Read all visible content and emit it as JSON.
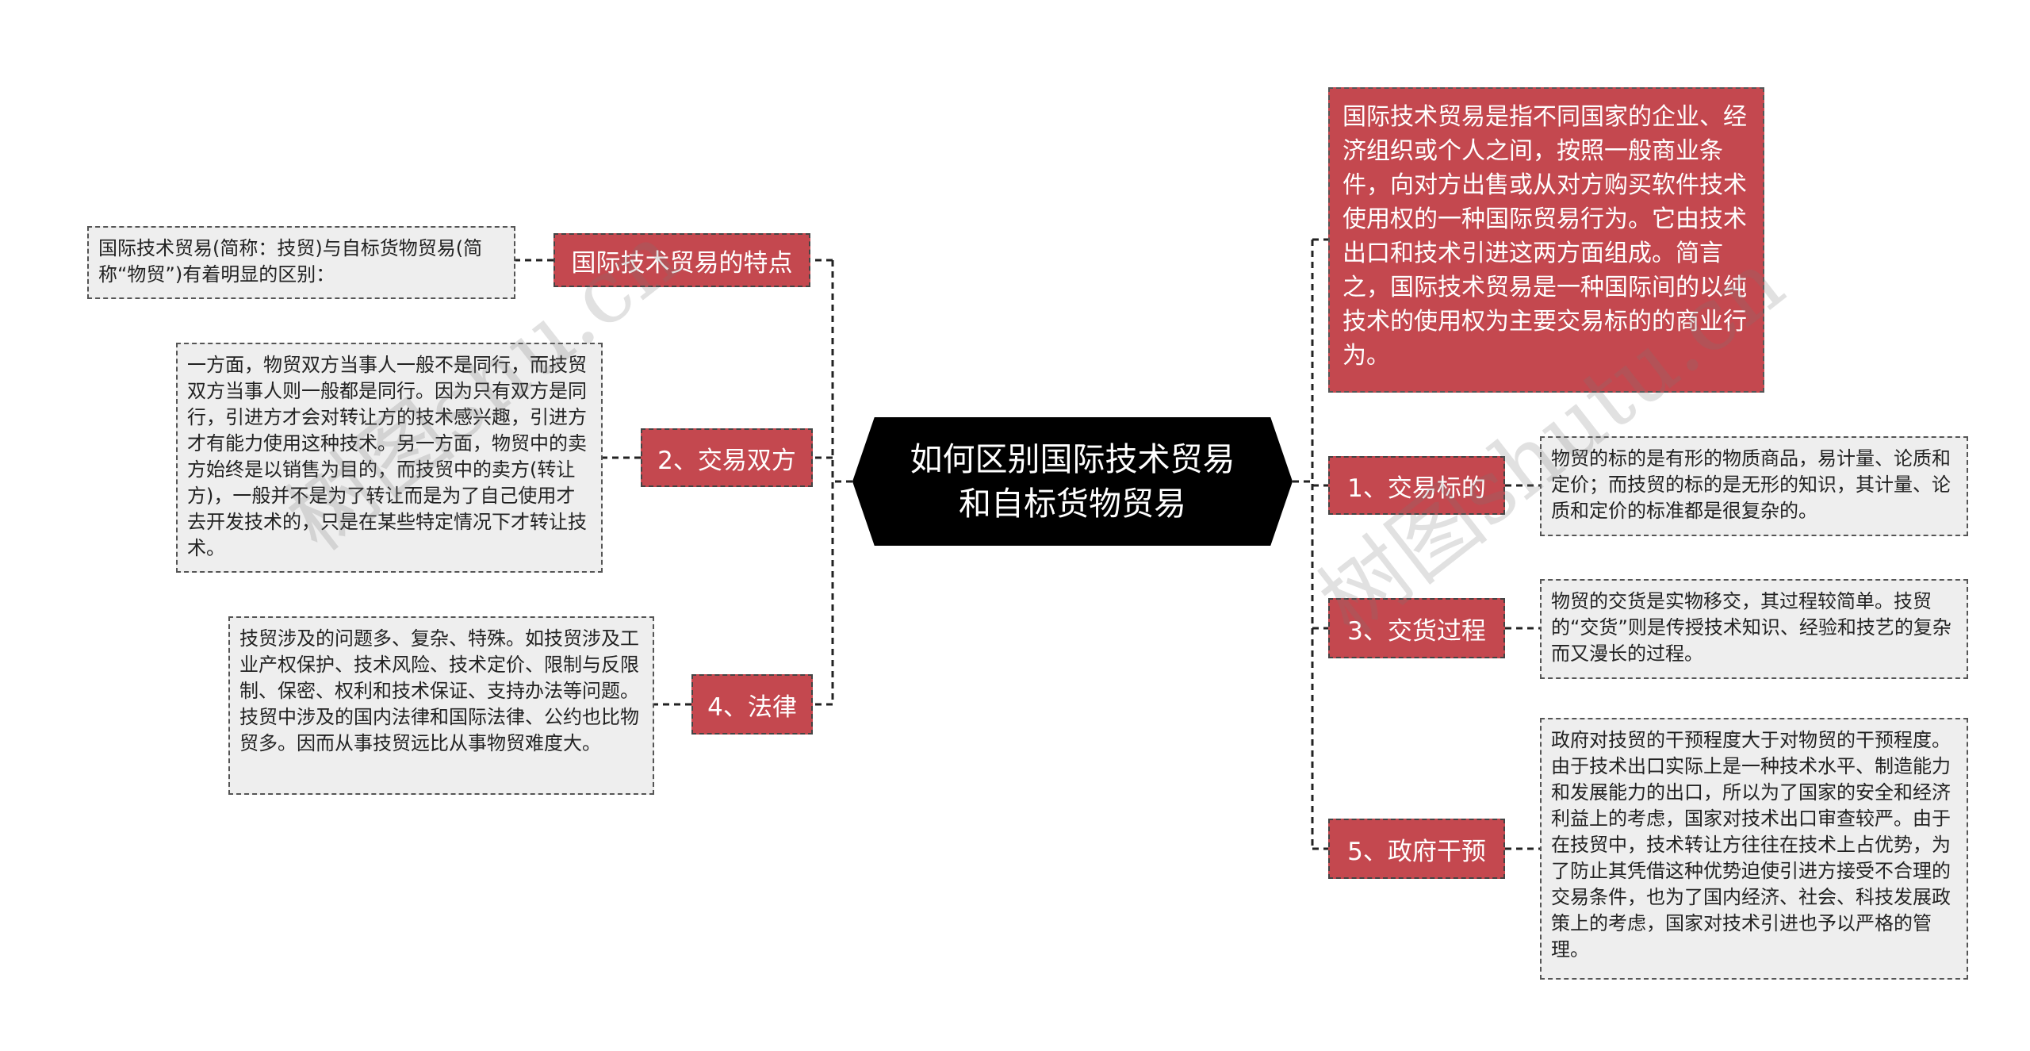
{
  "central": {
    "title": "如何区别国际技术贸易和自标货物贸易"
  },
  "left": [
    {
      "label": "国际技术贸易的特点",
      "note": "国际技术贸易(简称：技贸)与自标货物贸易(简称“物贸”)有着明显的区别："
    },
    {
      "label": "2、交易双方",
      "note": "一方面，物贸双方当事人一般不是同行，而技贸双方当事人则一般都是同行。因为只有双方是同行，引进方才会对转让方的技术感兴趣，引进方才有能力使用这种技术。另一方面，物贸中的卖方始终是以销售为目的，而技贸中的卖方(转让方)，一般并不是为了转让而是为了自己使用才去开发技术的，只是在某些特定情况下才转让技术。"
    },
    {
      "label": "4、法律",
      "note": "技贸涉及的问题多、复杂、特殊。如技贸涉及工业产权保护、技术风险、技术定价、限制与反限制、保密、权利和技术保证、支持办法等问题。技贸中涉及的国内法律和国际法律、公约也比物贸多。因而从事技贸远比从事物贸难度大。"
    }
  ],
  "right_definition": "国际技术贸易是指不同国家的企业、经济组织或个人之间，按照一般商业条件，向对方出售或从对方购买软件技术使用权的一种国际贸易行为。它由技术出口和技术引进这两方面组成。简言之，国际技术贸易是一种国际间的以纯技术的使用权为主要交易标的的商业行为。",
  "right": [
    {
      "label": "1、交易标的",
      "note": "物贸的标的是有形的物质商品，易计量、论质和定价；而技贸的标的是无形的知识，其计量、论质和定价的标准都是很复杂的。"
    },
    {
      "label": "3、交货过程",
      "note": "物贸的交货是实物移交，其过程较简单。技贸的“交货”则是传授技术知识、经验和技艺的复杂而又漫长的过程。"
    },
    {
      "label": "5、政府干预",
      "note": "政府对技贸的干预程度大于对物贸的干预程度。由于技术出口实际上是一种技术水平、制造能力和发展能力的出口，所以为了国家的安全和经济利益上的考虑，国家对技术出口审查较严。由于在技贸中，技术转让方往往在技术上占优势，为了防止其凭借这种优势迫使引进方接受不合理的交易条件，也为了国内经济、社会、科技发展政策上的考虑，国家对技术引进也予以严格的管理。"
    }
  ],
  "watermarks": [
    "树图shu.cn",
    "树图shutu.cn"
  ],
  "colors": {
    "branch": "#c4484f",
    "central": "#000000",
    "leaf_bg": "#eeeeee",
    "line": "#222222"
  }
}
